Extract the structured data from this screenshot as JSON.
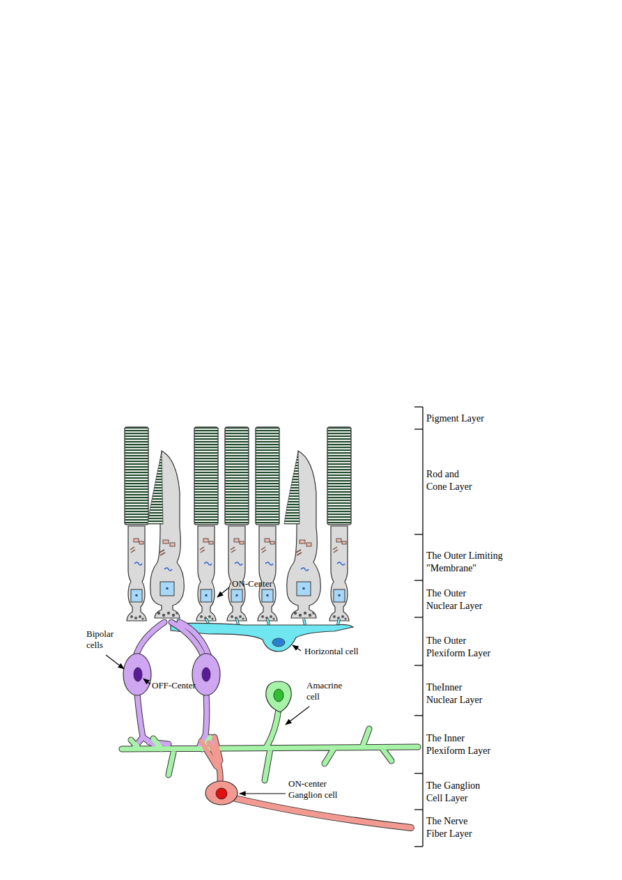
{
  "diagram": {
    "labels": [
      "Pigment Layer",
      "Rod and Cone Layer",
      "The Outer Limiting \"Membrane\"",
      "The Outer Nuclear Layer",
      "The Outer Plexiform Layer",
      "TheInner Nuclear Layer",
      "The Inner Plexiform Layer",
      "The Ganglion Cell Layer",
      "The Nerve Fiber Layer",
      "Bipolar cells",
      "ON-Center",
      "OFF-Center",
      "Horizontal cell",
      "Amacrine cell",
      "ON-center Ganglion cell"
    ]
  }
}
